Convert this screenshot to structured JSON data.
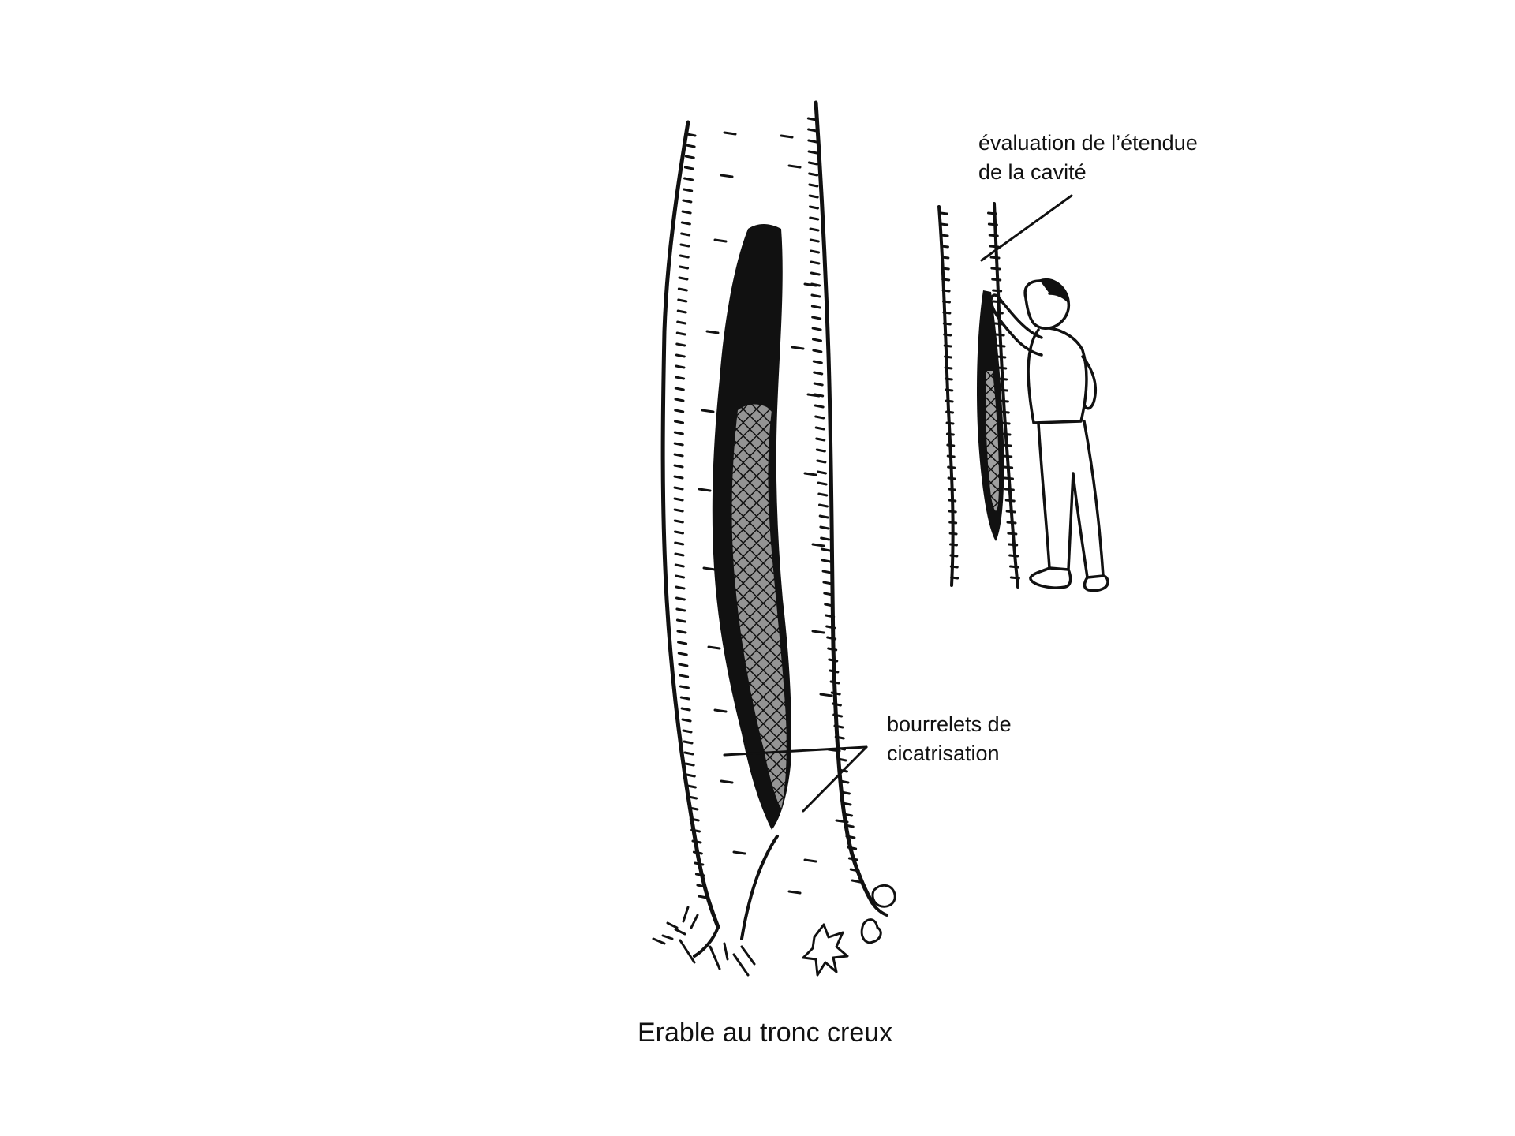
{
  "caption": "Erable au tronc creux",
  "annotations": {
    "cavity_extent": {
      "line1": "évaluation de l’étendue",
      "line2": "de la cavité"
    },
    "callus_ridges": {
      "line1": "bourrelets de",
      "line2": "cicatrisation"
    }
  },
  "colors": {
    "ink": "#111111",
    "paper": "#ffffff"
  }
}
